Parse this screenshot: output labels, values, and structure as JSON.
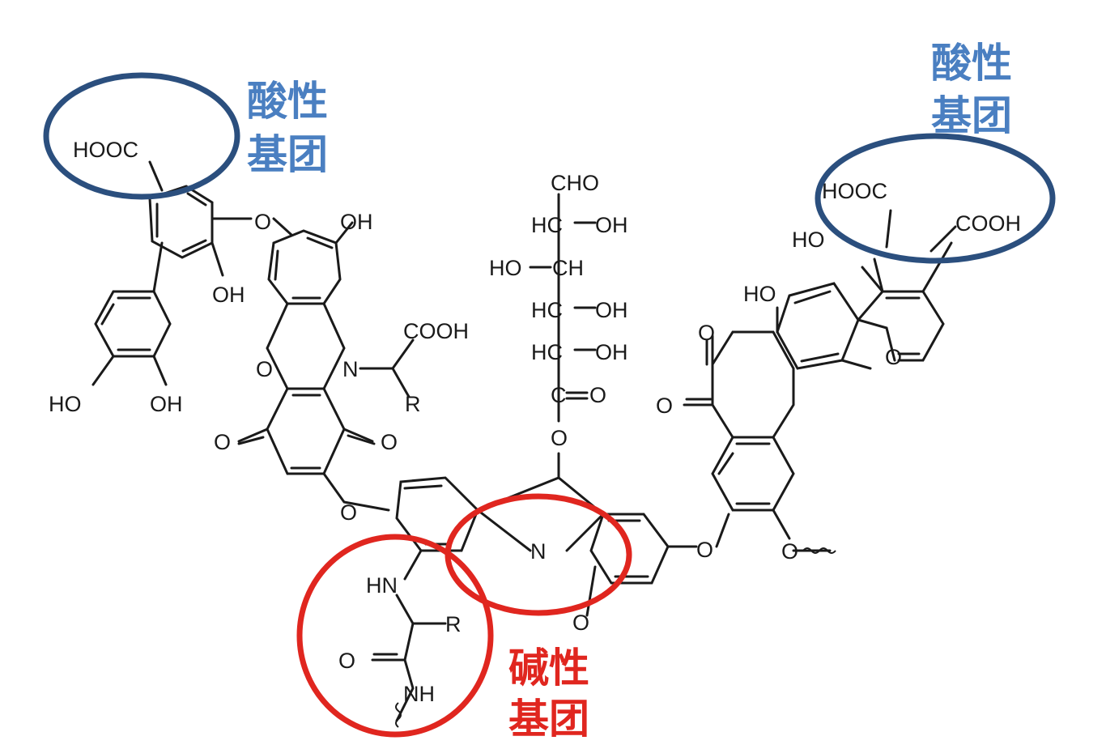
{
  "annotations": {
    "acid_left": {
      "line1": "酸性",
      "line2": "基团",
      "color": "#4a7fc1"
    },
    "acid_right": {
      "line1": "酸性",
      "line2": "基团",
      "color": "#4a7fc1"
    },
    "basic": {
      "line1": "碱性",
      "line2": "基团",
      "color": "#e0261f"
    }
  },
  "ring_colors": {
    "acid": "#2b4f7e",
    "basic": "#e0261f"
  },
  "atoms": {
    "hooc_top_left": "HOOC",
    "oh_ring_a": "OH",
    "ho_catechol": "HO",
    "oh_catechol": "OH",
    "o_ether_1": "O",
    "oh_phenox": "OH",
    "o_phenox_bridge": "O",
    "n_phenox": "N",
    "cooh_side": "COOH",
    "r_side": "R",
    "o_quinone_left": "O",
    "o_quinone_right": "O",
    "o_ether_2": "O",
    "hn_amide": "HN",
    "r_amide": "R",
    "o_amide": "O",
    "nh_amide": "NH",
    "sugar_cho": "CHO",
    "sugar_hc1": "HC",
    "sugar_oh1": "OH",
    "sugar_ho2": "HO",
    "sugar_ch2": "CH",
    "sugar_hc3": "HC",
    "sugar_oh3": "OH",
    "sugar_hc4": "HC",
    "sugar_oh4": "OH",
    "sugar_c5": "C",
    "sugar_o5": "O",
    "o_ester": "O",
    "n_imine": "N",
    "o_carbonyl": "O",
    "o_ether_3": "O",
    "o_ether_4": "O",
    "hooc_top_right": "HOOC",
    "cooh_top_right": "COOH",
    "ho_right_1": "HO",
    "ho_right_2": "HO",
    "o_furan": "O",
    "o_dione_1": "O",
    "o_dione_2": "O"
  }
}
